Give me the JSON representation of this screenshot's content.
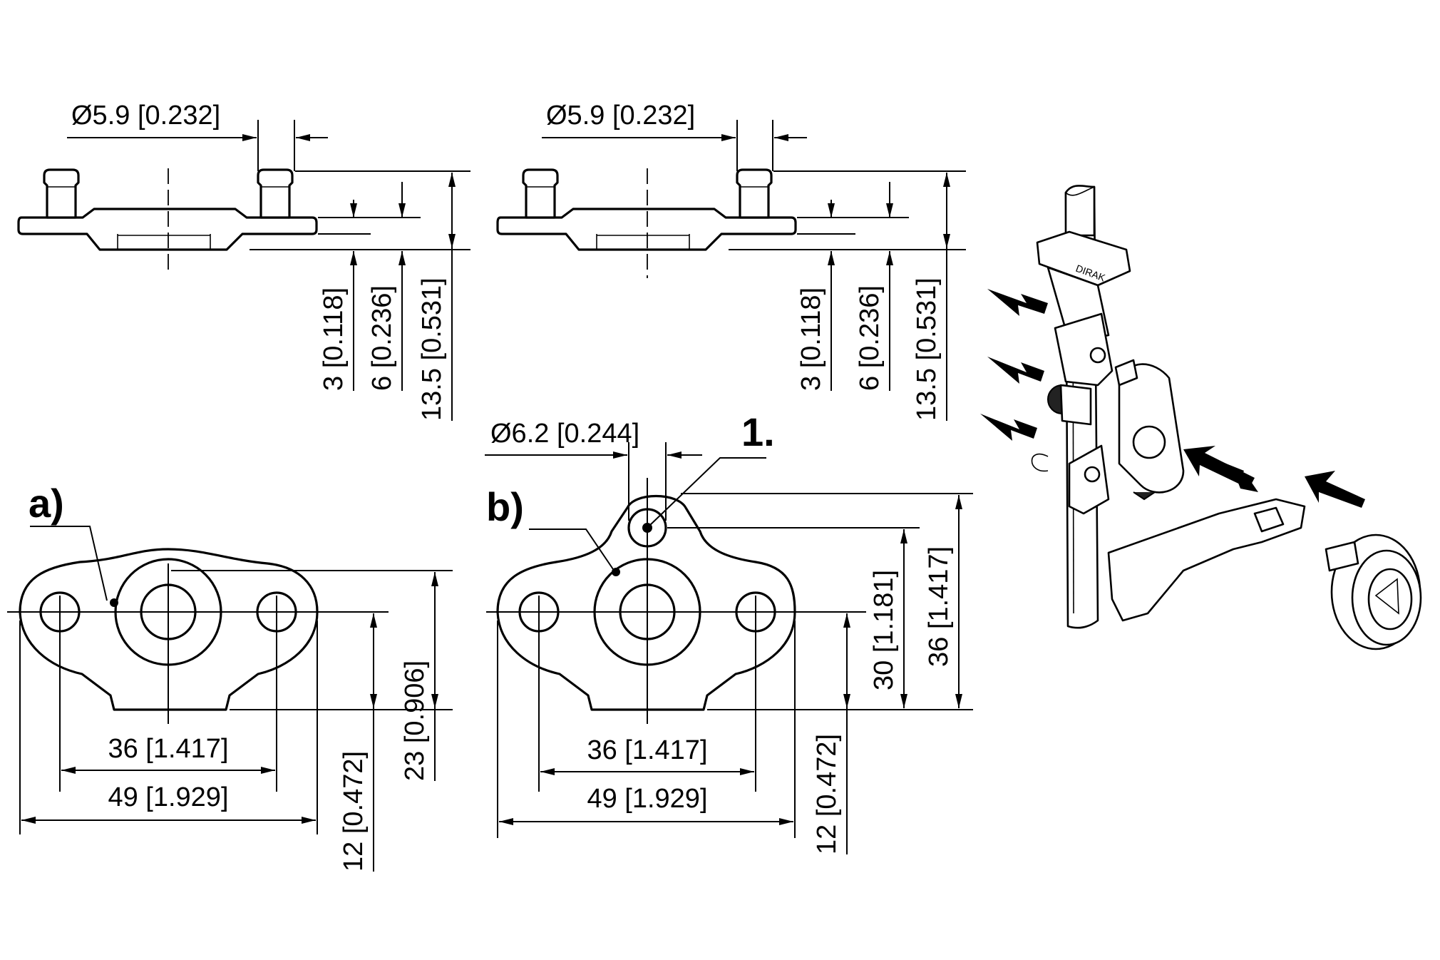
{
  "labels": {
    "part_a": "a)",
    "part_b": "b)",
    "callout_1": "1."
  },
  "dimensions": {
    "a_pin_dia": "Ø5.9 [0.232]",
    "a_h3": "3 [0.118]",
    "a_h6": "6 [0.236]",
    "a_h135": "13.5 [0.531]",
    "b_pin_dia": "Ø5.9 [0.232]",
    "b_h3": "3 [0.118]",
    "b_h6": "6 [0.236]",
    "b_h135": "13.5 [0.531]",
    "b_hole_dia": "Ø6.2 [0.244]",
    "a_w36": "36 [1.417]",
    "a_w49": "49 [1.929]",
    "a_h23": "23 [0.906]",
    "a_h12": "12 [0.472]",
    "b_w36": "36 [1.417]",
    "b_w49": "49 [1.929]",
    "b_h30": "30 [1.181]",
    "b_h36": "36 [1.417]",
    "b_h12": "12 [0.472]"
  },
  "colors": {
    "line": "#000000",
    "background": "#ffffff"
  }
}
